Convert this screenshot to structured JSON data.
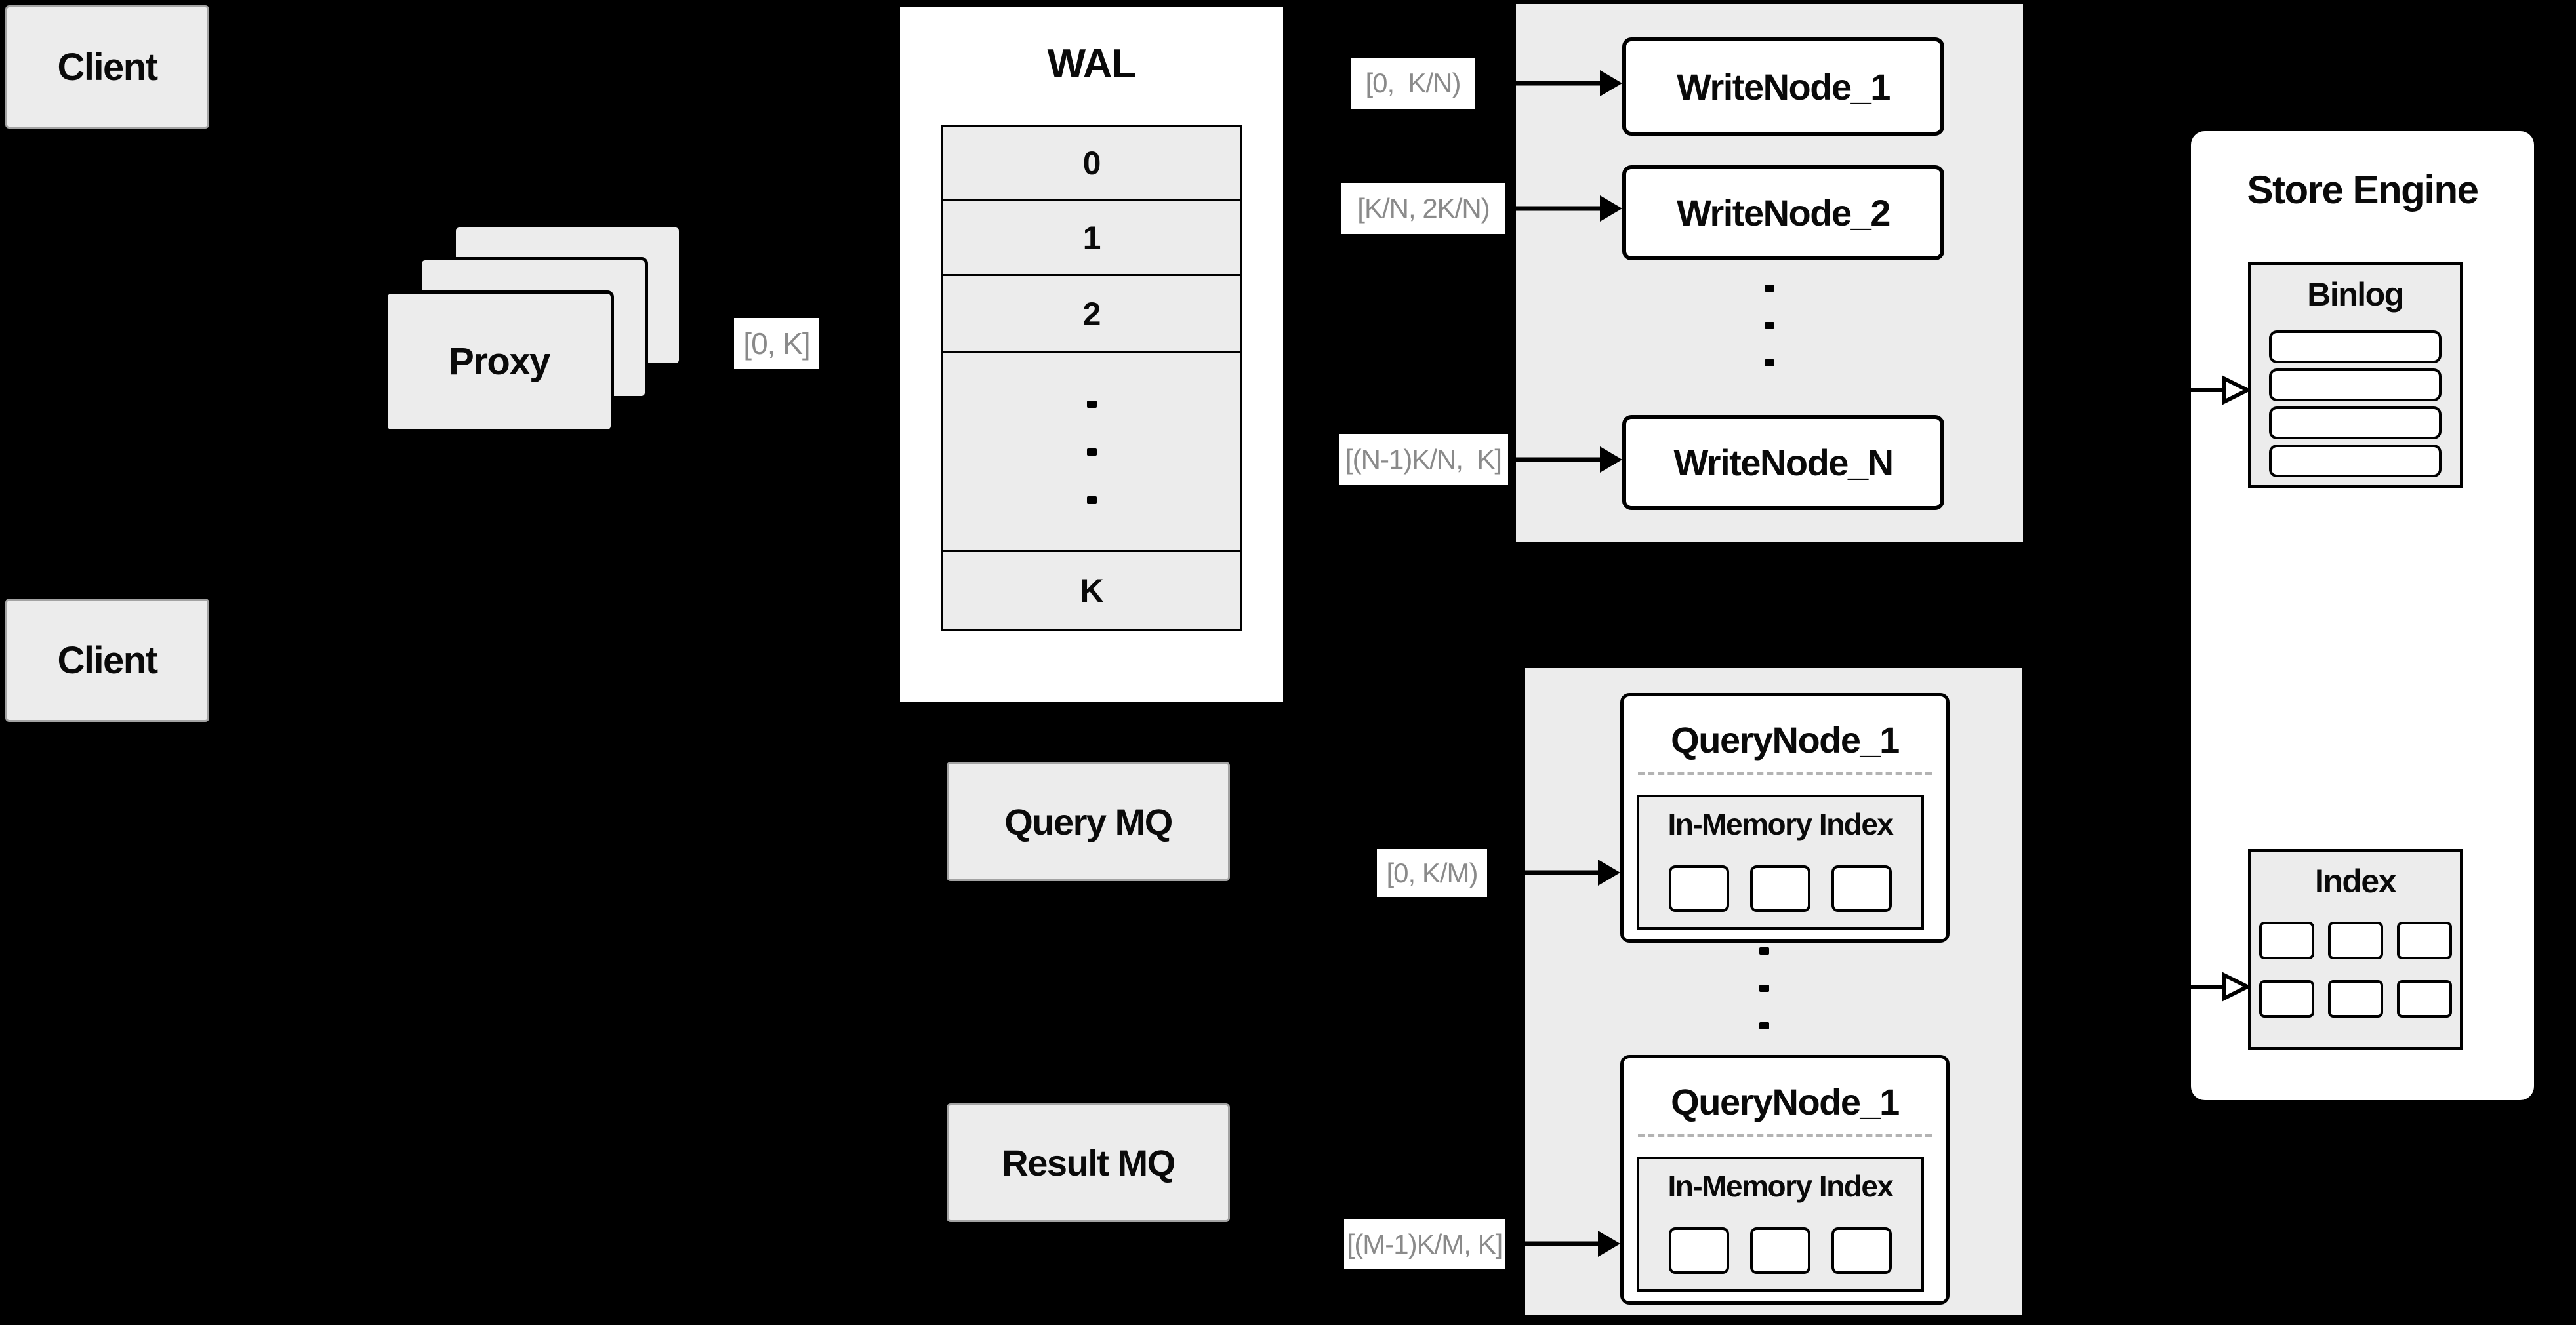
{
  "clients": {
    "top": "Client",
    "bottom": "Client"
  },
  "proxy": {
    "label": "Proxy"
  },
  "labels": {
    "ingest": "[0, K]",
    "write": [
      "[0,  K/N)",
      "[K/N, 2K/N)",
      "[(N-1)K/N,  K]"
    ],
    "query": [
      "[0, K/M)",
      "[(M-1)K/M, K]"
    ]
  },
  "wal": {
    "title": "WAL",
    "rows": [
      "0",
      "1",
      "2",
      "K"
    ]
  },
  "write_group": {
    "nodes": [
      "WriteNode_1",
      "WriteNode_2",
      "WriteNode_N"
    ]
  },
  "mq": {
    "query": "Query MQ",
    "result": "Result MQ"
  },
  "query_group": {
    "nodes": [
      {
        "title": "QueryNode_1",
        "inmem": "In-Memory Index"
      },
      {
        "title": "QueryNode_1",
        "inmem": "In-Memory Index"
      }
    ]
  },
  "store": {
    "title": "Store Engine",
    "binlog": "Binlog",
    "index": "Index"
  },
  "colors": {
    "background": "#000000",
    "panel": "#ececec",
    "node": "#ffffff",
    "border": "#000000",
    "muted_text": "#8a8a8a"
  }
}
